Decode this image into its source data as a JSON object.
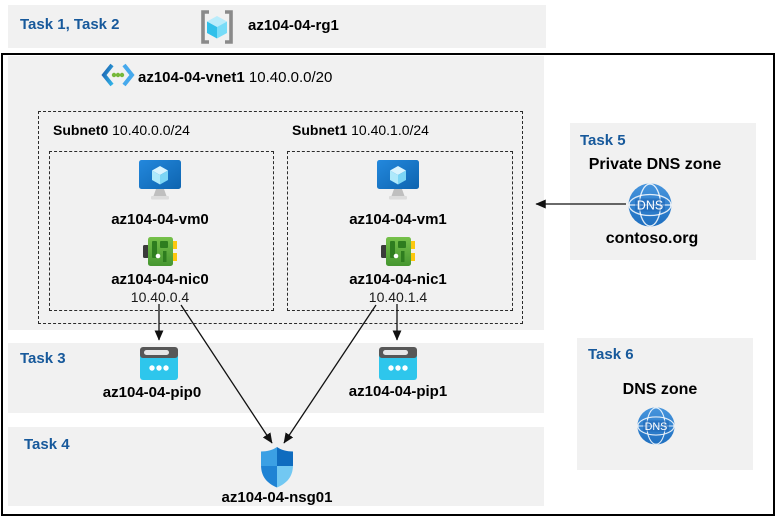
{
  "top_band": {
    "tasks": "Task 1, Task 2",
    "rg": "az104-04-rg1"
  },
  "vnet": {
    "name": "az104-04-vnet1",
    "cidr": "10.40.0.0/20"
  },
  "subnets": [
    {
      "name": "Subnet0",
      "cidr": "10.40.0.0/24",
      "vm": "az104-04-vm0",
      "nic": "az104-04-nic0",
      "ip": "10.40.0.4"
    },
    {
      "name": "Subnet1",
      "cidr": "10.40.1.0/24",
      "vm": "az104-04-vm1",
      "nic": "az104-04-nic1",
      "ip": "10.40.1.4"
    }
  ],
  "task3": {
    "label": "Task 3",
    "pip0": "az104-04-pip0",
    "pip1": "az104-04-pip1"
  },
  "task4": {
    "label": "Task 4",
    "nsg": "az104-04-nsg01"
  },
  "task5": {
    "label": "Task 5",
    "title": "Private DNS zone",
    "zone": "contoso.org",
    "dns_icon_text": "DNS"
  },
  "task6": {
    "label": "Task 6",
    "title": "DNS zone",
    "dns_icon_text": "DNS"
  },
  "colors": {
    "task_label_blue": "#17599b",
    "panel_gray": "#f1f1f1",
    "frame_black": "#000000",
    "vm_blue": "#1478cf",
    "nic_green": "#5aae3c",
    "pip_cyan": "#2ec6ec",
    "dns_blue": "#2f7fd0",
    "shield_blues": [
      "#3ba0e4",
      "#0f6cbf",
      "#1f83d4",
      "#72c8f2"
    ]
  },
  "icons": [
    "resource-group-icon",
    "vnet-icon",
    "vm-icon",
    "nic-icon",
    "public-ip-icon",
    "nsg-shield-icon",
    "dns-globe-icon"
  ]
}
